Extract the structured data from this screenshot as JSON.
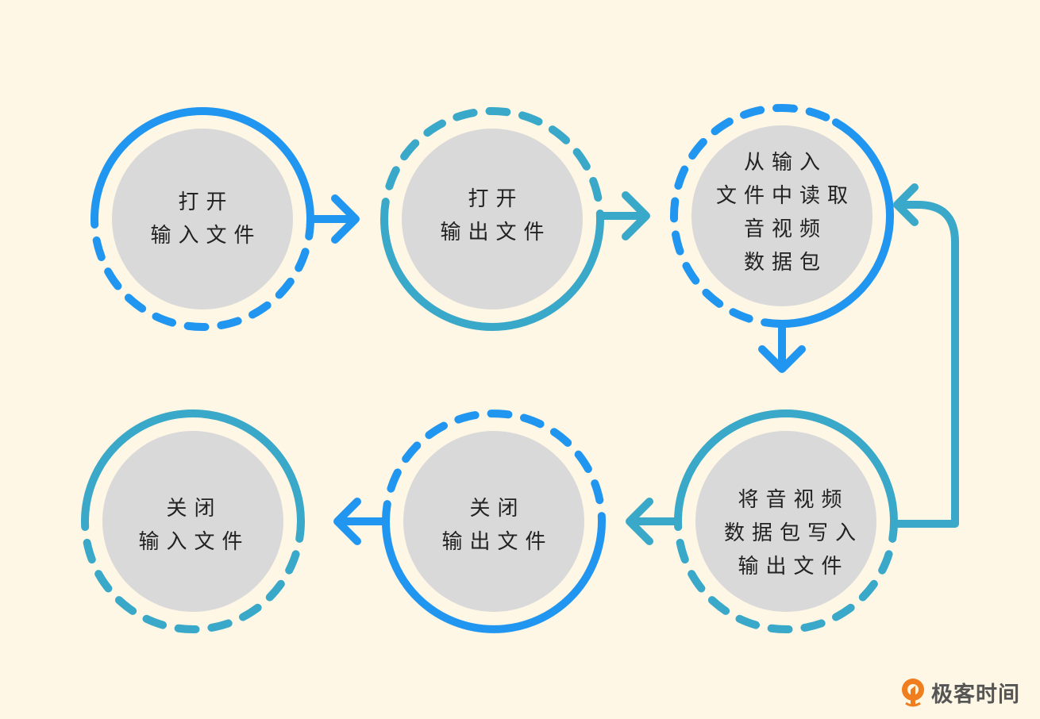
{
  "colors": {
    "blue": "#2196F0",
    "teal": "#3AA8C8",
    "fill": "#D9D9D9",
    "background": "#FEF7E5"
  },
  "steps": [
    {
      "id": "open-input",
      "lines": [
        "打开",
        "输入文件"
      ]
    },
    {
      "id": "open-output",
      "lines": [
        "打开",
        "输出文件"
      ]
    },
    {
      "id": "read-packets",
      "lines": [
        "从输入",
        "文件中读取",
        "音视频",
        "数据包"
      ]
    },
    {
      "id": "write-packets",
      "lines": [
        "将音视频",
        "数据包写入",
        "输出文件"
      ]
    },
    {
      "id": "close-output",
      "lines": [
        "关闭",
        "输出文件"
      ]
    },
    {
      "id": "close-input",
      "lines": [
        "关闭",
        "输入文件"
      ]
    }
  ],
  "logo": {
    "text": "极客时间"
  }
}
